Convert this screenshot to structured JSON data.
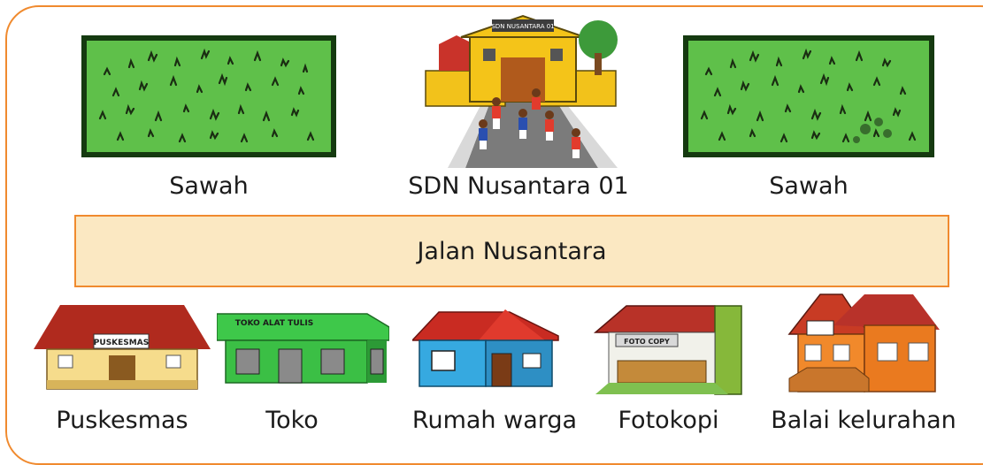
{
  "top": {
    "sawah_left": "Sawah",
    "school": "SDN Nusantara 01",
    "school_sign": "SDN NUSANTARA 01",
    "sawah_right": "Sawah"
  },
  "road": "Jalan Nusantara",
  "buildings": {
    "puskesmas": "Puskesmas",
    "puskesmas_sign": "PUSKESMAS",
    "toko": "Toko",
    "toko_sign": "TOKO ALAT TULIS",
    "rumah": "Rumah warga",
    "fotokopi": "Fotokopi",
    "fotokopi_sign": "FOTO COPY",
    "balai": "Balai kelurahan"
  },
  "colors": {
    "frame": "#f08a2e",
    "road_fill": "#fbe8c2",
    "field_green": "#5fc04a"
  }
}
